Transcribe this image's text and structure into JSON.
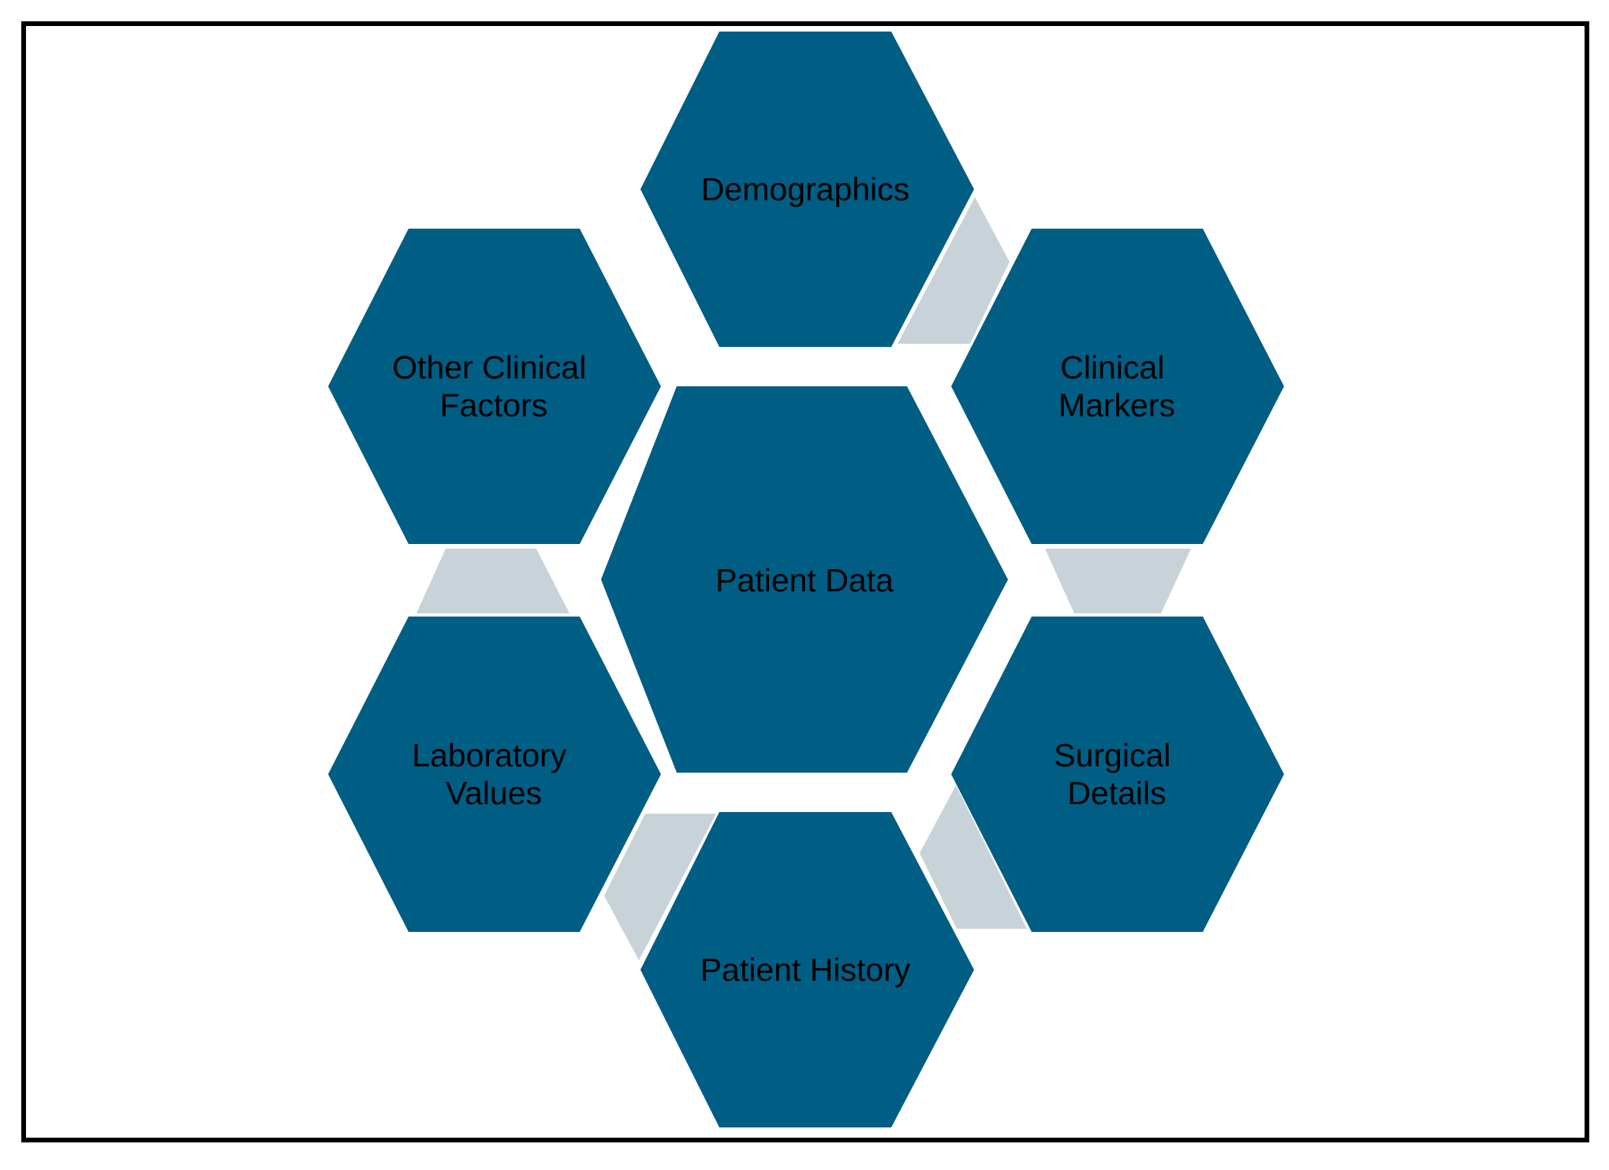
{
  "diagram": {
    "center": {
      "lines": [
        "Patient Data"
      ]
    },
    "nodes": {
      "demographics": {
        "lines": [
          "Demographics"
        ]
      },
      "clinical_markers": {
        "lines": [
          "Clinical",
          "Markers"
        ]
      },
      "surgical_details": {
        "lines": [
          "Surgical",
          "Details"
        ]
      },
      "patient_history": {
        "lines": [
          "Patient History"
        ]
      },
      "laboratory_values": {
        "lines": [
          "Laboratory",
          "Values"
        ]
      },
      "other_clinical_factors": {
        "lines": [
          "Other Clinical",
          "Factors"
        ]
      }
    },
    "colors": {
      "hexagon_fill": "#005D84",
      "connector_fill": "#C8D2D9",
      "frame_stroke": "#000000",
      "label_text": "#000000"
    }
  }
}
